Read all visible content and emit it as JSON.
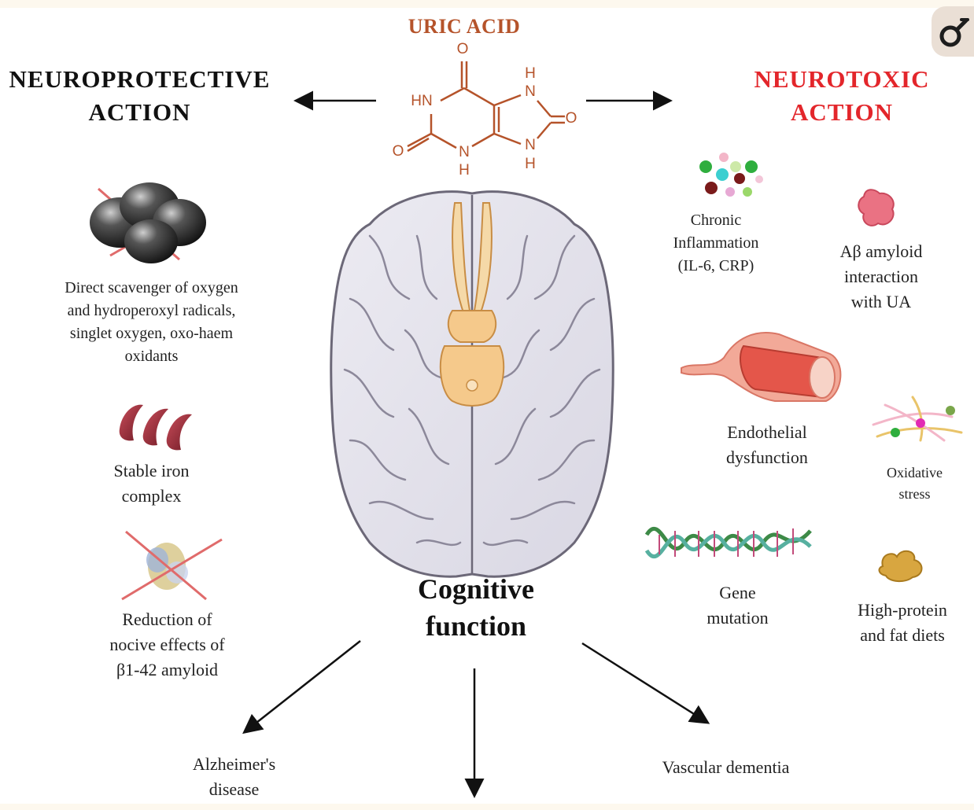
{
  "uric_acid_label": "URIC ACID",
  "molecule_atoms": {
    "o_top": "O",
    "hn_left": "HN",
    "n_right_top": "N",
    "h_right_top": "H",
    "o_right": "O",
    "o_left": "O",
    "n_bottom": "N",
    "h_bottom": "H",
    "n_right_bottom": "N",
    "h_right_bottom": "H"
  },
  "neuroprotective": {
    "title_line1": "NEUROPROTECTIVE",
    "title_line2": "ACTION",
    "items": [
      {
        "lines": [
          "Direct scavenger of oxygen",
          "and hydroperoxyl radicals,",
          "singlet oxygen, oxo-haem",
          "oxidants"
        ],
        "icon": "crossed-molecule-spheres-icon"
      },
      {
        "lines": [
          "Stable iron",
          "complex"
        ],
        "icon": "red-blood-cells-icon"
      },
      {
        "lines": [
          "Reduction of",
          "nocive effects of",
          "β1-42 amyloid"
        ],
        "icon": "crossed-amyloid-icon"
      }
    ]
  },
  "neurotoxic": {
    "title_line1": "NEUROTOXIC",
    "title_line2": "ACTION",
    "items": [
      {
        "lines": [
          "Chronic",
          "Inflammation",
          "(IL-6, CRP)"
        ],
        "icon": "inflammation-particles-icon"
      },
      {
        "lines": [
          "Aβ amyloid",
          "interaction",
          "with UA"
        ],
        "icon": "amyloid-protein-icon"
      },
      {
        "lines": [
          "Endothelial",
          "dysfunction"
        ],
        "icon": "blood-vessel-icon"
      },
      {
        "lines": [
          "Oxidative",
          "stress"
        ],
        "icon": "oxidative-fibers-icon"
      },
      {
        "lines": [
          "Gene",
          "mutation"
        ],
        "icon": "dna-helix-icon"
      },
      {
        "lines": [
          "High-protein",
          "and fat diets"
        ],
        "icon": "food-icon"
      }
    ]
  },
  "center": {
    "line1": "Cognitive",
    "line2": "function",
    "icon": "brain-icon"
  },
  "outcomes": {
    "alzheimers_line1": "Alzheimer's",
    "alzheimers_line2": "disease",
    "vascular": "Vascular dementia"
  },
  "colors": {
    "uric_acid": "#b5532a",
    "neurotoxic": "#e3262b",
    "text": "#222222",
    "brain": "#e4e2ec",
    "brain_stem": "#f5c98b"
  }
}
